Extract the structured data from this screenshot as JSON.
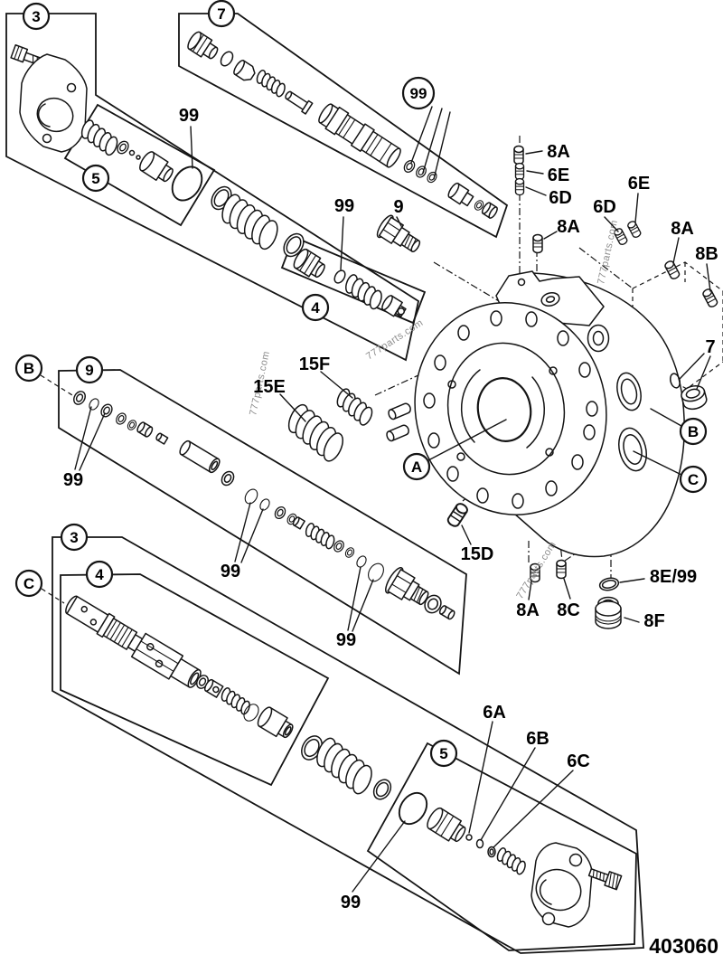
{
  "diagram": {
    "part_number": "403060",
    "watermark": "777parts.com",
    "balloons": {
      "group3_top": "3",
      "group7": "7",
      "group5_top": "5",
      "rings99_top": "99",
      "group4_top": "4",
      "seal_b_left": "B",
      "group9": "9",
      "group3_bottom": "3",
      "group4_bottom": "4",
      "seal_c_left": "C",
      "face_a": "A",
      "bore_b": "B",
      "bore_c": "C",
      "group5_bottom": "5"
    },
    "callouts": {
      "oring99_flange": "99",
      "oring99_group4": "99",
      "cartridge9": "9",
      "plug8a_col": "8A",
      "plug6e_col": "6E",
      "plug6d_col": "6D",
      "plug6d_mid": "6D",
      "plug6e_mid": "6E",
      "plug8a_right": "8A",
      "plug8b": "8B",
      "plug8a_low": "8A",
      "cap7_right": "7",
      "spring15f": "15F",
      "spring15e": "15E",
      "orings99_group9_left": "99",
      "orings99_group9_mid": "99",
      "orings99_group9_right": "99",
      "plug15d": "15D",
      "plug8a_bottom": "8A",
      "plug8c": "8C",
      "oring8e99": "8E/99",
      "plug8f": "8F",
      "oring99_group5b": "99",
      "ball6a": "6A",
      "ring6b": "6B",
      "ring6c": "6C"
    }
  }
}
